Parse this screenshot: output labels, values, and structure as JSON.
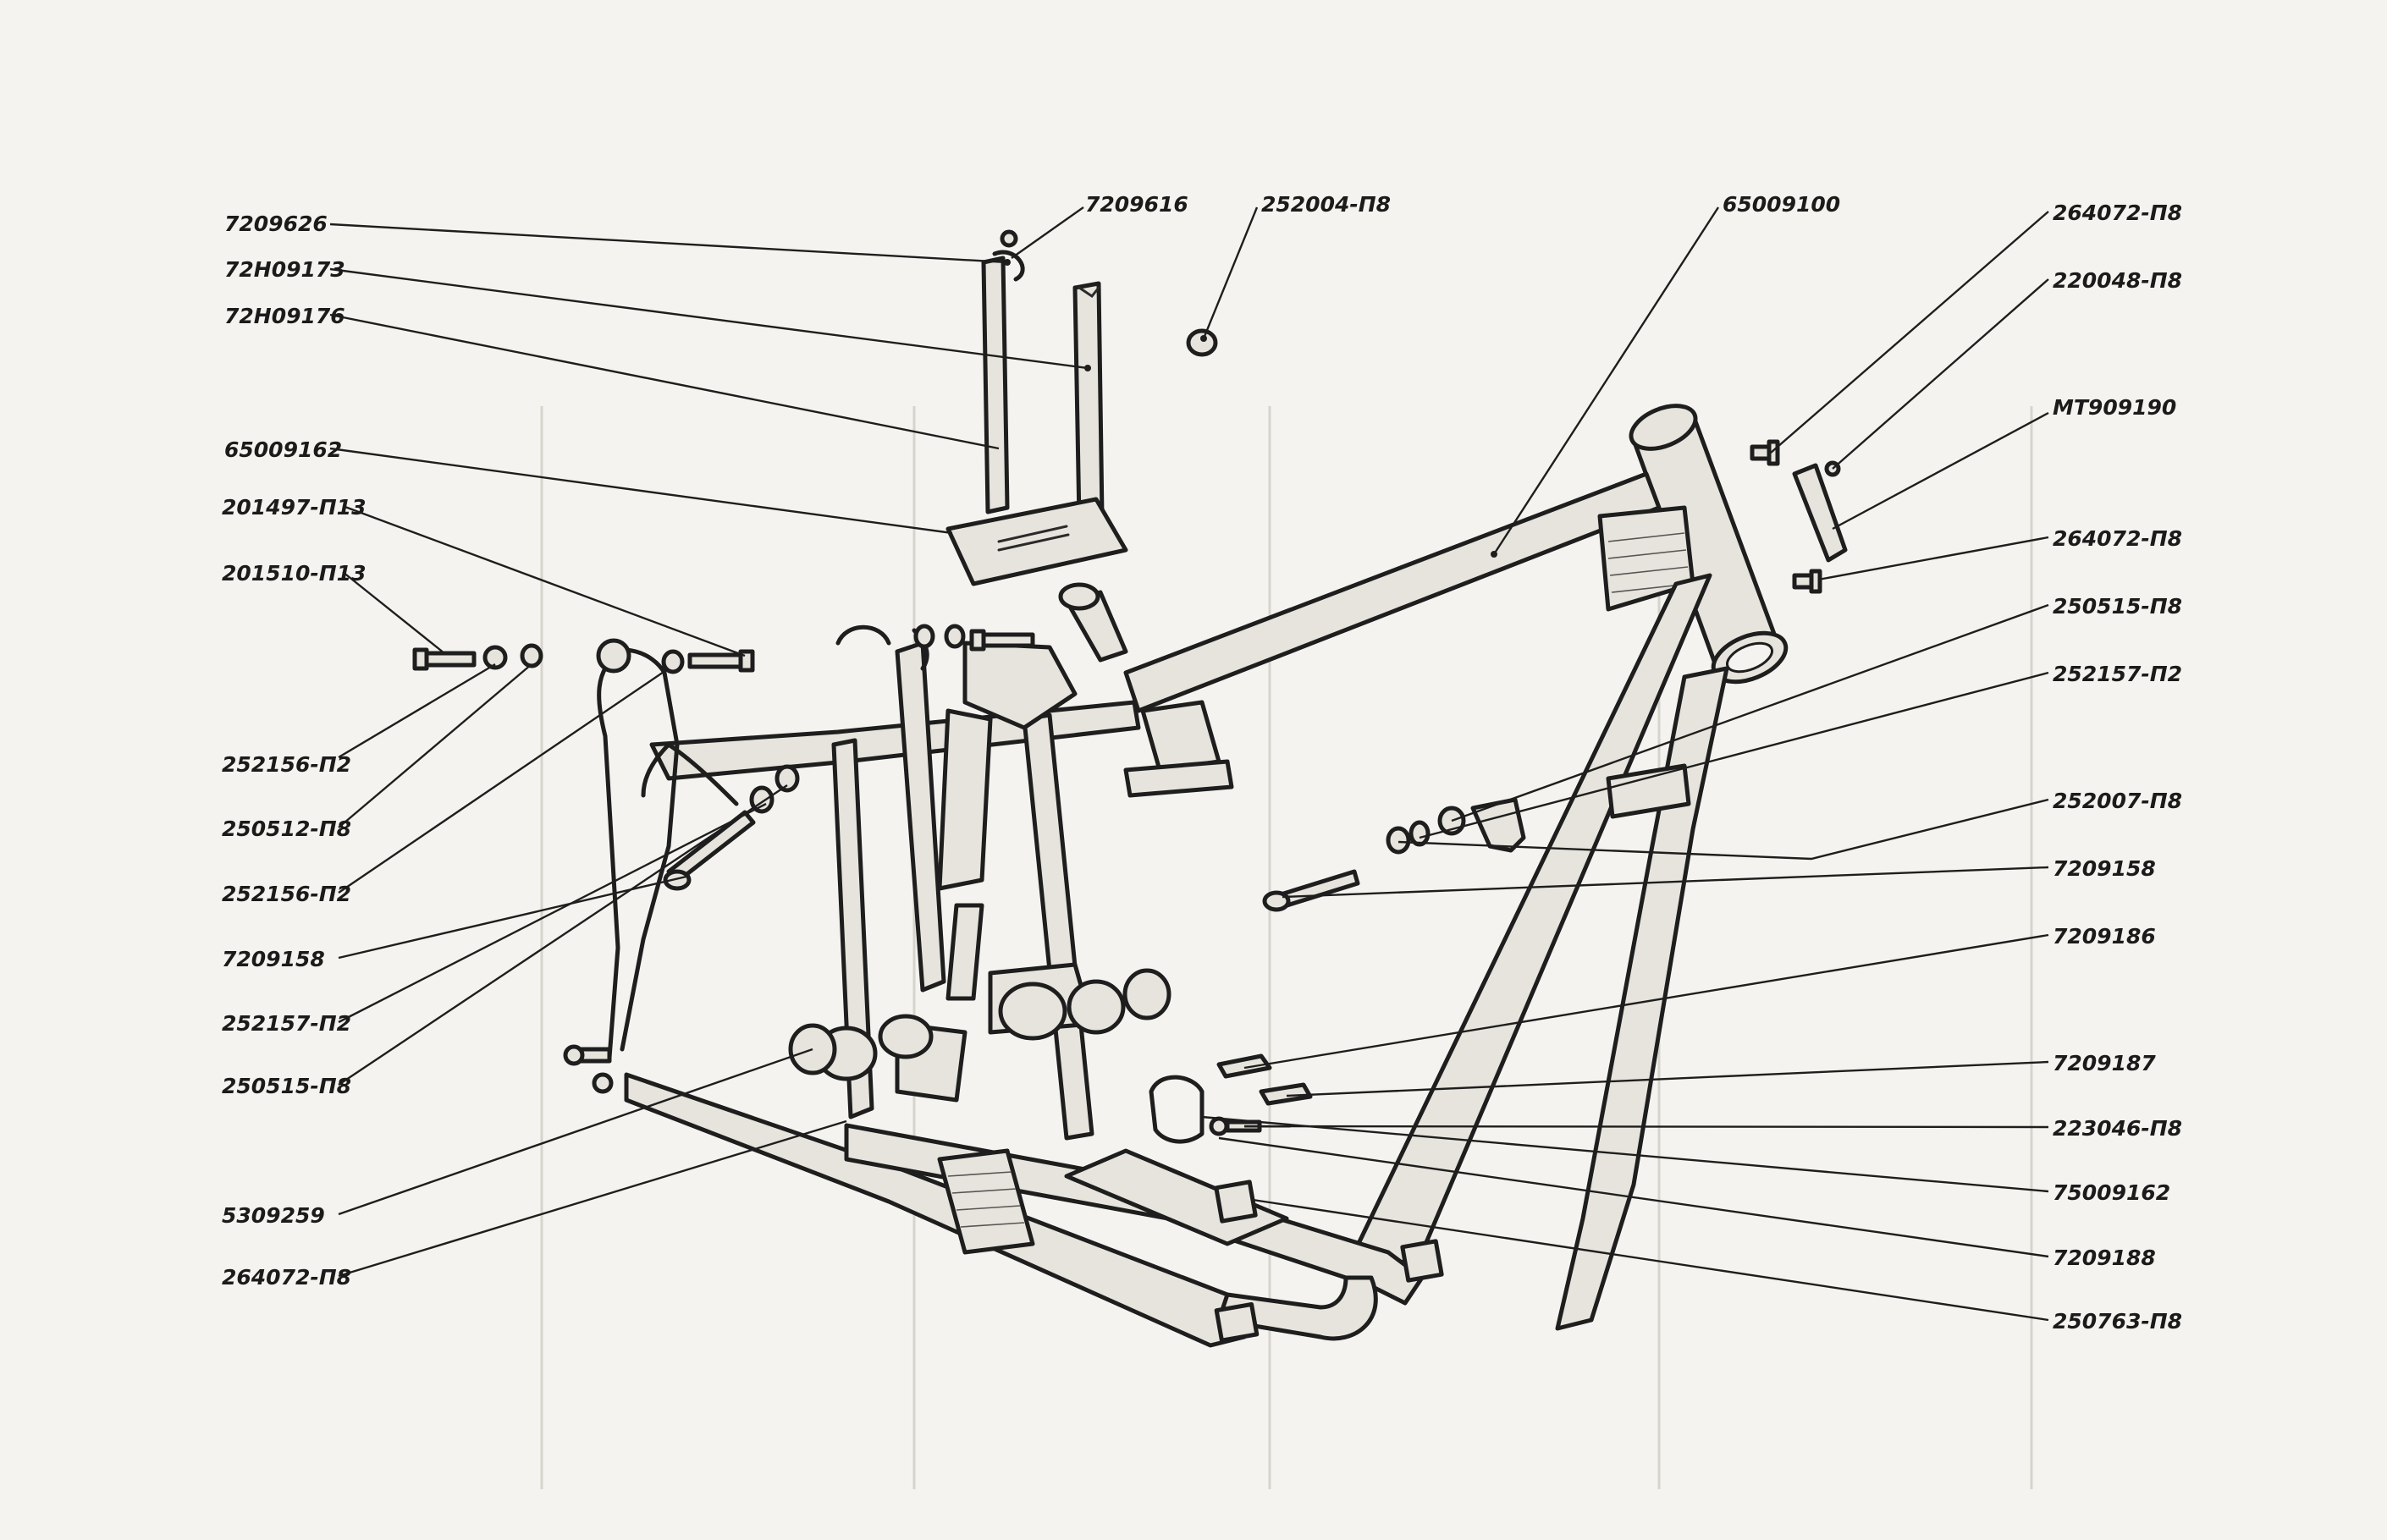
{
  "labels": {
    "left": [
      "7209626",
      "72Н09173",
      "72Н09176",
      "65009162",
      "201497-П13",
      "201510-П13",
      "252156-П2",
      "250512-П8",
      "252156-П2",
      "7209158",
      "252157-П2",
      "250515-П8",
      "5309259",
      "264072-П8"
    ],
    "top": [
      "7209616",
      "252004-П8",
      "65009100"
    ],
    "right": [
      "264072-П8",
      "220048-П8",
      "МТ909190",
      "264072-П8",
      "250515-П8",
      "252157-П2",
      "252007-П8",
      "7209158",
      "7209186",
      "7209187",
      "223046-П8",
      "75009162",
      "7209188",
      "250763-П8"
    ]
  }
}
